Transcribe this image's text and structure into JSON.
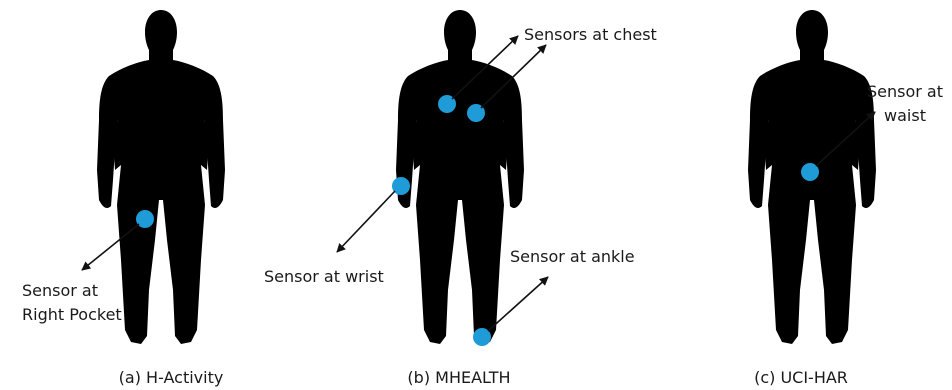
{
  "figure": {
    "panels": [
      {
        "caption": "(a) H-Activity",
        "labels": [
          {
            "lines": [
              "Sensor at",
              "Right Pocket"
            ]
          }
        ]
      },
      {
        "caption": "(b) MHEALTH",
        "labels": [
          {
            "lines": [
              "Sensors at chest"
            ]
          },
          {
            "lines": [
              "Sensor at wrist"
            ]
          },
          {
            "lines": [
              "Sensor at ankle"
            ]
          }
        ]
      },
      {
        "caption": "(c) UCI-HAR",
        "labels": [
          {
            "lines": [
              "Sensor at",
              "waist"
            ]
          }
        ]
      }
    ],
    "colors": {
      "silhouette": "#8a8a8a",
      "sensor": "#1f9bd7",
      "arrow": "#111111"
    }
  }
}
